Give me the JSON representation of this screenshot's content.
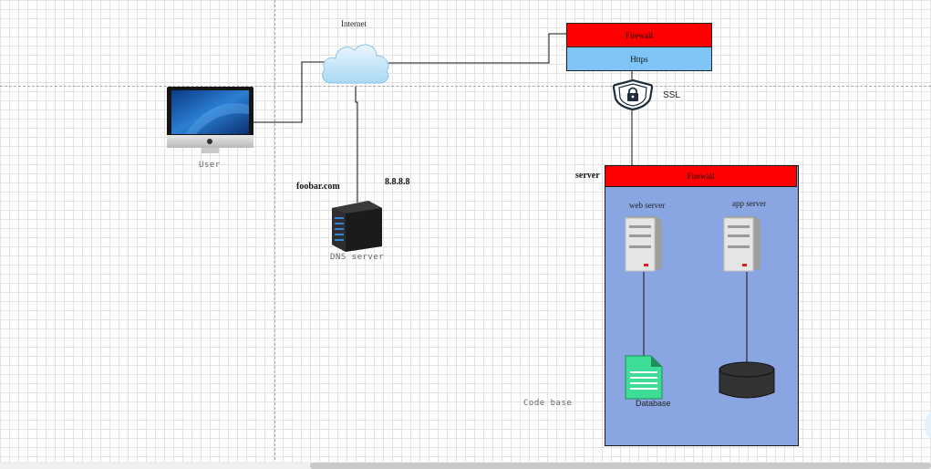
{
  "labels": {
    "internet": "Internet",
    "user": "User",
    "dns_domain": "foobar.com",
    "dns_ip": "8.8.8.8",
    "dns_server": "DNS server",
    "firewall_top": "Firewall",
    "https": "Https",
    "ssl": "SSL",
    "server": "server",
    "firewall_server": "Firewall",
    "web_server": "web server",
    "app_server": "app server",
    "database": "Database",
    "code_base": "Code base"
  },
  "colors": {
    "firewall": "#ff0000",
    "https": "#7ec4f4",
    "server_zone": "#8aa6e2",
    "code_file": "#3ddc97",
    "database": "#333333"
  },
  "icons": [
    "cloud-icon",
    "imac-icon",
    "rack-server-icon",
    "ssl-shield-lock-icon",
    "tower-server-icon",
    "code-file-icon",
    "database-cylinder-icon"
  ]
}
